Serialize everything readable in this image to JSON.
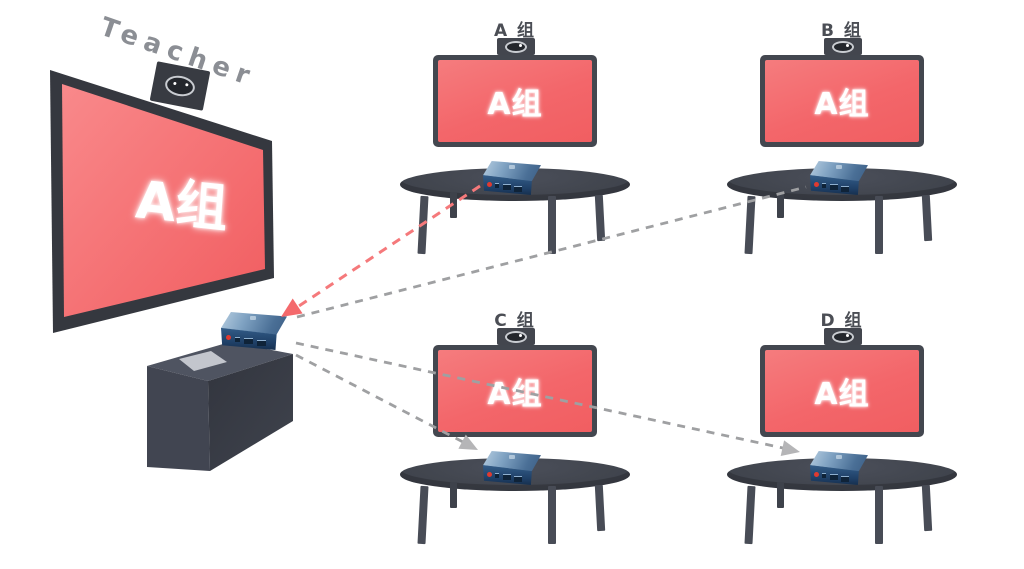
{
  "teacher": {
    "label": "Teacher",
    "screen_text": "A组"
  },
  "groups": [
    {
      "id": "A",
      "title": "A 组",
      "screen_text": "A组",
      "position": "top-left"
    },
    {
      "id": "B",
      "title": "B 组",
      "screen_text": "A组",
      "position": "top-right"
    },
    {
      "id": "C",
      "title": "C 组",
      "screen_text": "A组",
      "position": "bottom-left"
    },
    {
      "id": "D",
      "title": "D 组",
      "screen_text": "A组",
      "position": "bottom-right"
    }
  ],
  "connections": [
    {
      "id": "group-a-to-teacher",
      "from": "group-a-box",
      "to": "teacher-box",
      "line_color": "#f5797b",
      "style": "dashed",
      "arrowhead": "teacher-end"
    },
    {
      "id": "teacher-to-group-b",
      "from": "teacher-box",
      "to": "group-b-box",
      "line_color": "#9fa0a2",
      "style": "dashed",
      "arrowhead": "none"
    },
    {
      "id": "teacher-to-group-c",
      "from": "teacher-box",
      "to": "group-c-box",
      "line_color": "#9fa0a2",
      "style": "dashed",
      "arrowhead": "group-end"
    },
    {
      "id": "teacher-to-group-d",
      "from": "teacher-box",
      "to": "group-d-box",
      "line_color": "#9fa0a2",
      "style": "dashed",
      "arrowhead": "group-end"
    }
  ],
  "colors": {
    "screen_red": "#f3666a",
    "frame_dark": "#43474f",
    "table_gray": "#42464f",
    "device_blue": "#2f5a86",
    "red_line": "#f5797b",
    "gray_line": "#9fa0a2",
    "label_gray": "#8b8e94",
    "title_dark": "#4b4e55"
  }
}
